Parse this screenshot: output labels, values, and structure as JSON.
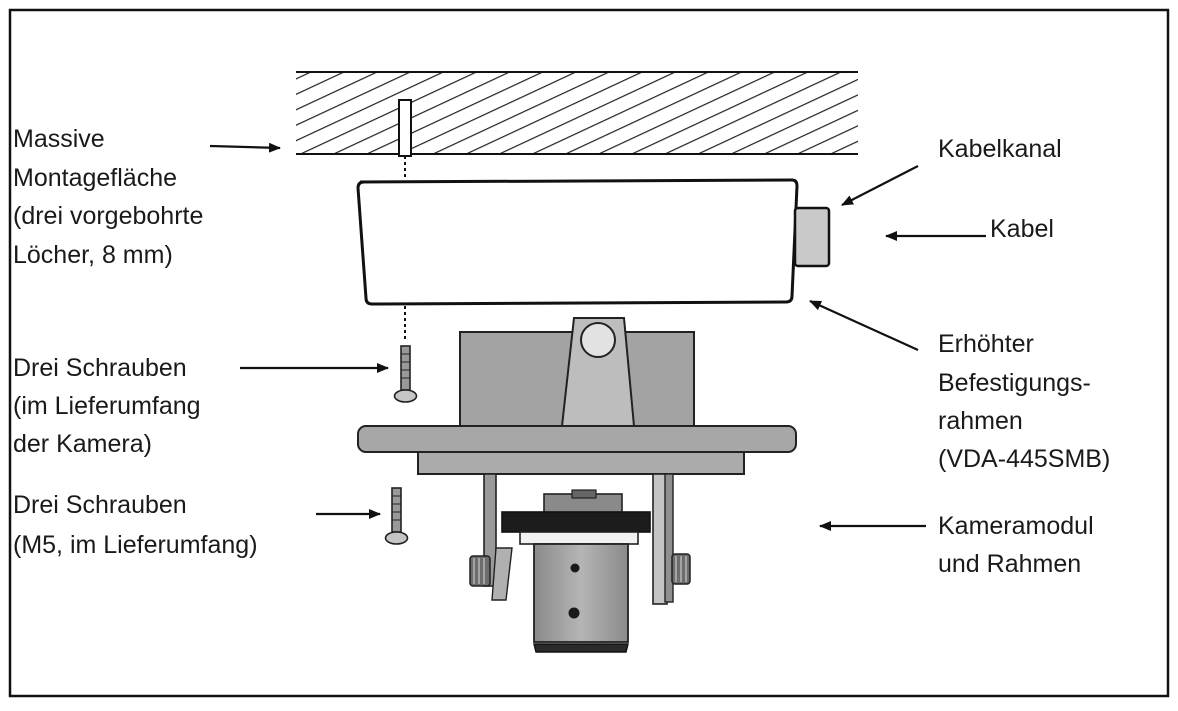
{
  "labels": {
    "mounting_surface": [
      "Massive",
      "Montagefläche",
      "(drei vorgebohrte",
      "Löcher, 8 mm)"
    ],
    "screws_camera": [
      "Drei Schrauben",
      "(im Lieferumfang",
      "der Kamera)"
    ],
    "screws_m5": [
      "Drei Schrauben",
      "(M5, im Lieferumfang)"
    ],
    "cable_channel": [
      "Kabelkanal"
    ],
    "cable": [
      "Kabel"
    ],
    "raised_frame": [
      "Erhöhter",
      "Befestigungs-",
      "rahmen",
      "(VDA-445SMB)"
    ],
    "camera_module": [
      "Kameramodul",
      "und Rahmen"
    ]
  }
}
